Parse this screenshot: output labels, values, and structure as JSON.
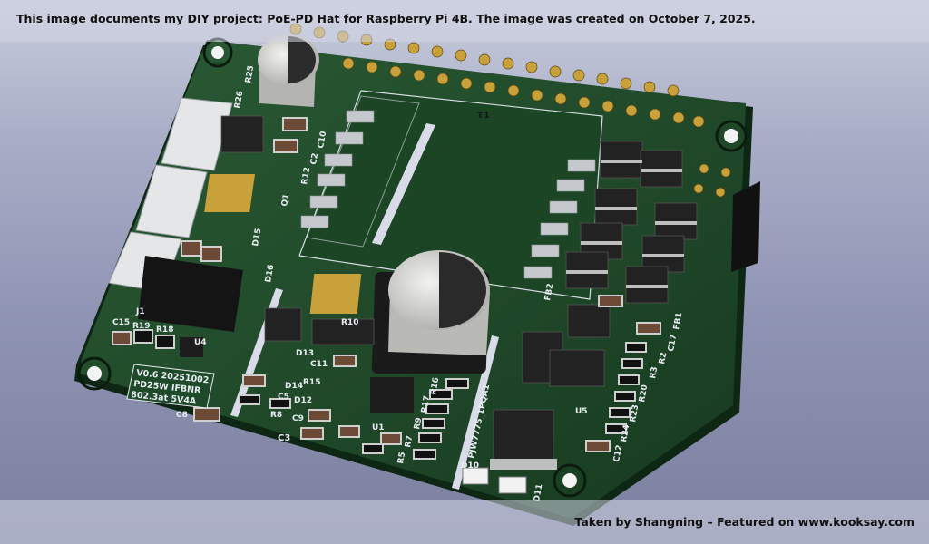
{
  "caption": "This image documents my DIY project: PoE-PD Hat for Raspberry Pi 4B. The image was created on October 7, 2025.",
  "credit": "Taken by Shangning – Featured on www.kooksay.com",
  "colors": {
    "pcb": "#1f4a2a",
    "pcb_edge": "#0f2815",
    "silk": "#e8ecf2",
    "gold": "#c9a13a",
    "background": "#9a9fbd"
  },
  "board": {
    "version_box": [
      "V0.6 20251002",
      "PD25W IFBNR",
      "802.3at 5V4A"
    ],
    "labels": {
      "t1": "T1",
      "r26": "R26",
      "r25": "R25",
      "c10": "C10",
      "c2": "C2",
      "r12": "R12",
      "q1": "Q1",
      "d15": "D15",
      "d16": "D16",
      "j1": "J1",
      "c15": "C15",
      "r19": "R19",
      "r18": "R18",
      "u4": "U4",
      "r10": "R10",
      "d13": "D13",
      "c11": "C11",
      "d14": "D14",
      "r15": "R15",
      "c5": "C5",
      "d12": "D12",
      "c8": "C8",
      "r8": "R8",
      "c9": "C9",
      "c3": "C3",
      "u1": "U1",
      "r16": "R16",
      "r17": "R17",
      "r9": "R9",
      "r7": "R7",
      "r5": "R5",
      "fb2": "FB2",
      "fb1": "FB1",
      "c17": "C17",
      "r2": "R2",
      "r3": "R3",
      "r20": "R20",
      "r23": "R23",
      "r24": "R24",
      "c12": "C12",
      "u5": "U5",
      "d10": "D10",
      "d11": "D11",
      "part": "PJW7775_1PQA1"
    }
  }
}
